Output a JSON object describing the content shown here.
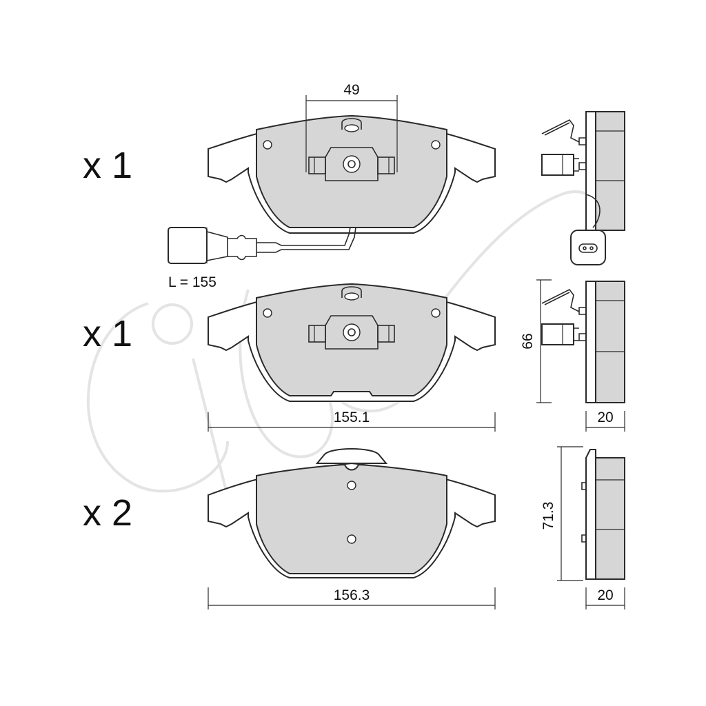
{
  "sets": [
    {
      "quantity": "x 1"
    },
    {
      "quantity": "x 1"
    },
    {
      "quantity": "x 2"
    }
  ],
  "dimensions": {
    "sensor_spacing": "49",
    "wire_length": "L = 155",
    "width_set_1": "155.1",
    "width_set_2": "156.3",
    "height_set_1": "66",
    "height_set_2": "71.3",
    "thickness_set_1": "20",
    "thickness_set_2": "20"
  },
  "colors": {
    "pad_fill": "#d6d6d6",
    "outline": "#2a2a2a",
    "watermark": "#e4e4e4"
  }
}
